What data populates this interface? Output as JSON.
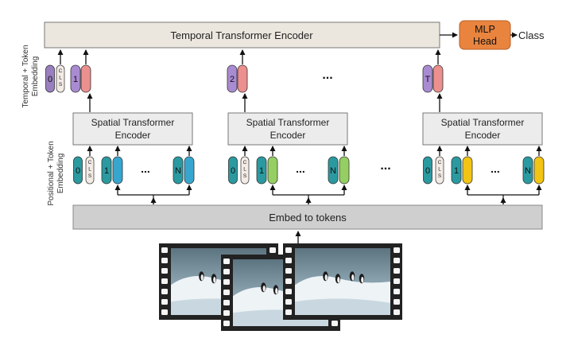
{
  "temporal_encoder": {
    "label": "Temporal Transformer Encoder"
  },
  "mlp_head": {
    "line1": "MLP",
    "line2": "Head",
    "fill": "#e9843f"
  },
  "class_output": {
    "label": "Class"
  },
  "side_labels": {
    "temporal": {
      "line1": "Temporal + Token",
      "line2": "Embedding"
    },
    "positional": {
      "line1": "Positional + Token",
      "line2": "Embedding"
    }
  },
  "spatial_encoder": {
    "line1": "Spatial Transformer",
    "line2": "Encoder"
  },
  "embed": {
    "label": "Embed to tokens"
  },
  "cls_letters": [
    "C",
    "L",
    "S"
  ],
  "ellipsis": "...",
  "temporal_tokens": {
    "cls_index": "0",
    "first_index": "1",
    "mid_index": "2",
    "last_index": "T",
    "cls_color": "#9a7fc0",
    "index_color": "#a98bd2",
    "embed_color": "#ec8f8f"
  },
  "spatial_tokens": {
    "cls_index": "0",
    "first_index": "1",
    "last_index": "N",
    "index_color": "#2a9aa0",
    "embed_colors": [
      "#37a6cf",
      "#95cf63",
      "#f2c414"
    ]
  },
  "colors": {
    "encoder_fill": "#ebe7df",
    "spatial_fill": "#ececec",
    "embed_fill": "#cfcfcf",
    "cls_fill": "#f3ebe5"
  }
}
